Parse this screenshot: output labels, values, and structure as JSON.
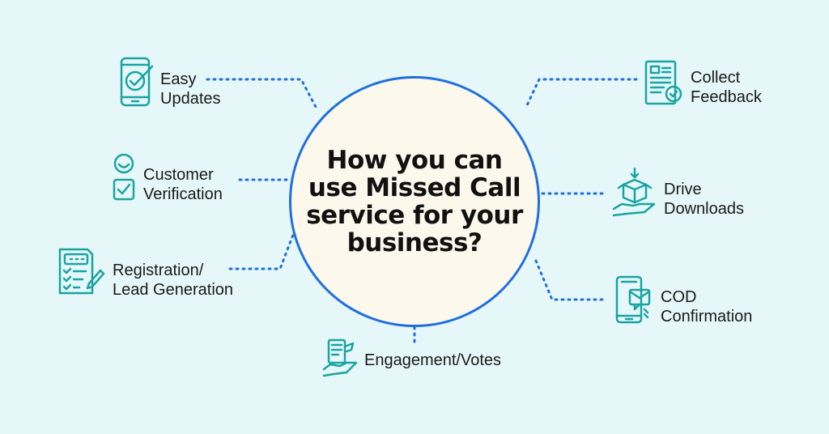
{
  "title": "How you can use Missed Call service for your business?",
  "accent_color": "#1f6fe0",
  "icon_color": "#1aa3a3",
  "background_color": "#e6f7f9",
  "items": [
    {
      "line1": "Easy",
      "line2": "Updates",
      "icon": "smartphone-check-icon"
    },
    {
      "line1": "Customer",
      "line2": "Verification",
      "icon": "smiley-checkbox-icon"
    },
    {
      "line1": "Registration/",
      "line2": "Lead Generation",
      "icon": "form-pen-icon"
    },
    {
      "line1": "Engagement/Votes",
      "line2": "",
      "icon": "hand-document-icon"
    },
    {
      "line1": "Collect",
      "line2": "Feedback",
      "icon": "document-badge-icon"
    },
    {
      "line1": "Drive",
      "line2": "Downloads",
      "icon": "hand-box-download-icon"
    },
    {
      "line1": "COD",
      "line2": "Confirmation",
      "icon": "phone-message-icon"
    }
  ]
}
